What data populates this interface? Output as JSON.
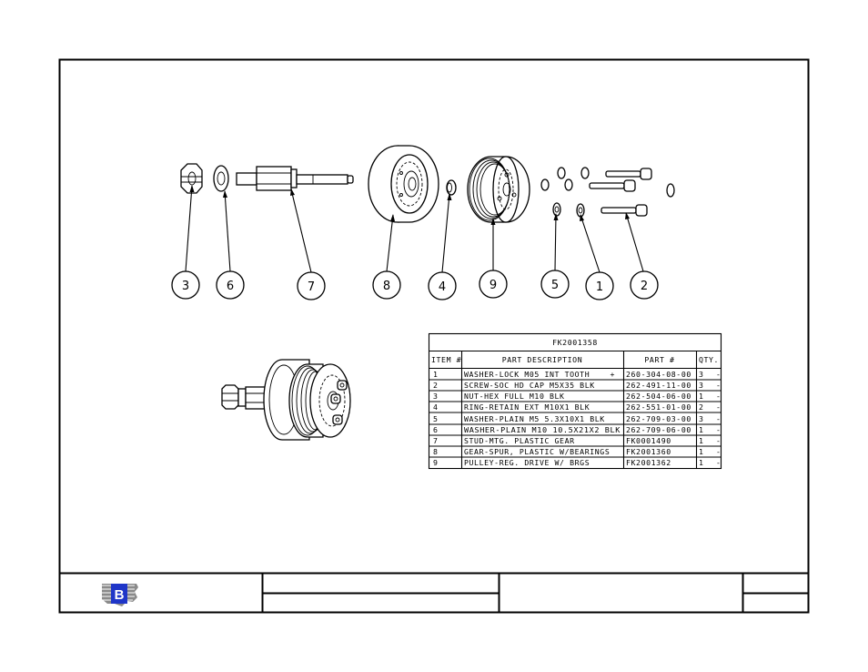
{
  "colors": {
    "ink": "#000000",
    "paper": "#ffffff",
    "logo_blue": "#1f36c8",
    "logo_gray": "#8a8a8a"
  },
  "logo": {
    "letter": "B",
    "icon": "company-logo-icon"
  },
  "balloons": [
    "3",
    "6",
    "7",
    "8",
    "4",
    "9",
    "5",
    "1",
    "2"
  ],
  "bom": {
    "assembly": "FK2001358",
    "headers": {
      "item": "ITEM #",
      "description": "PART DESCRIPTION",
      "part": "PART #",
      "qty": "QTY."
    },
    "rows": [
      {
        "item": "1",
        "description": "WASHER-LOCK M05 INT TOOTH",
        "flag": "+",
        "part": "260-304-08-00",
        "qty": "3",
        "mark": "-"
      },
      {
        "item": "2",
        "description": "SCREW-SOC HD CAP M5X35 BLK",
        "flag": "",
        "part": "262-491-11-00",
        "qty": "3",
        "mark": "-"
      },
      {
        "item": "3",
        "description": "NUT-HEX FULL M10 BLK",
        "flag": "",
        "part": "262-504-06-00",
        "qty": "1",
        "mark": "-"
      },
      {
        "item": "4",
        "description": "RING-RETAIN EXT M10X1 BLK",
        "flag": "",
        "part": "262-551-01-00",
        "qty": "2",
        "mark": "-"
      },
      {
        "item": "5",
        "description": "WASHER-PLAIN M5 5.3X10X1 BLK",
        "flag": "",
        "part": "262-709-03-00",
        "qty": "3",
        "mark": "-"
      },
      {
        "item": "6",
        "description": "WASHER-PLAIN M10 10.5X21X2 BLK",
        "flag": "",
        "part": "262-709-06-00",
        "qty": "1",
        "mark": "-"
      },
      {
        "item": "7",
        "description": "STUD-MTG. PLASTIC GEAR",
        "flag": "",
        "part": "FK0001490",
        "qty": "1",
        "mark": "-"
      },
      {
        "item": "8",
        "description": "GEAR-SPUR, PLASTIC W/BEARINGS",
        "flag": "",
        "part": "FK2001360",
        "qty": "1",
        "mark": "-"
      },
      {
        "item": "9",
        "description": "PULLEY-REG. DRIVE W/ BRGS",
        "flag": "",
        "part": "FK2001362",
        "qty": "1",
        "mark": "-"
      }
    ]
  }
}
